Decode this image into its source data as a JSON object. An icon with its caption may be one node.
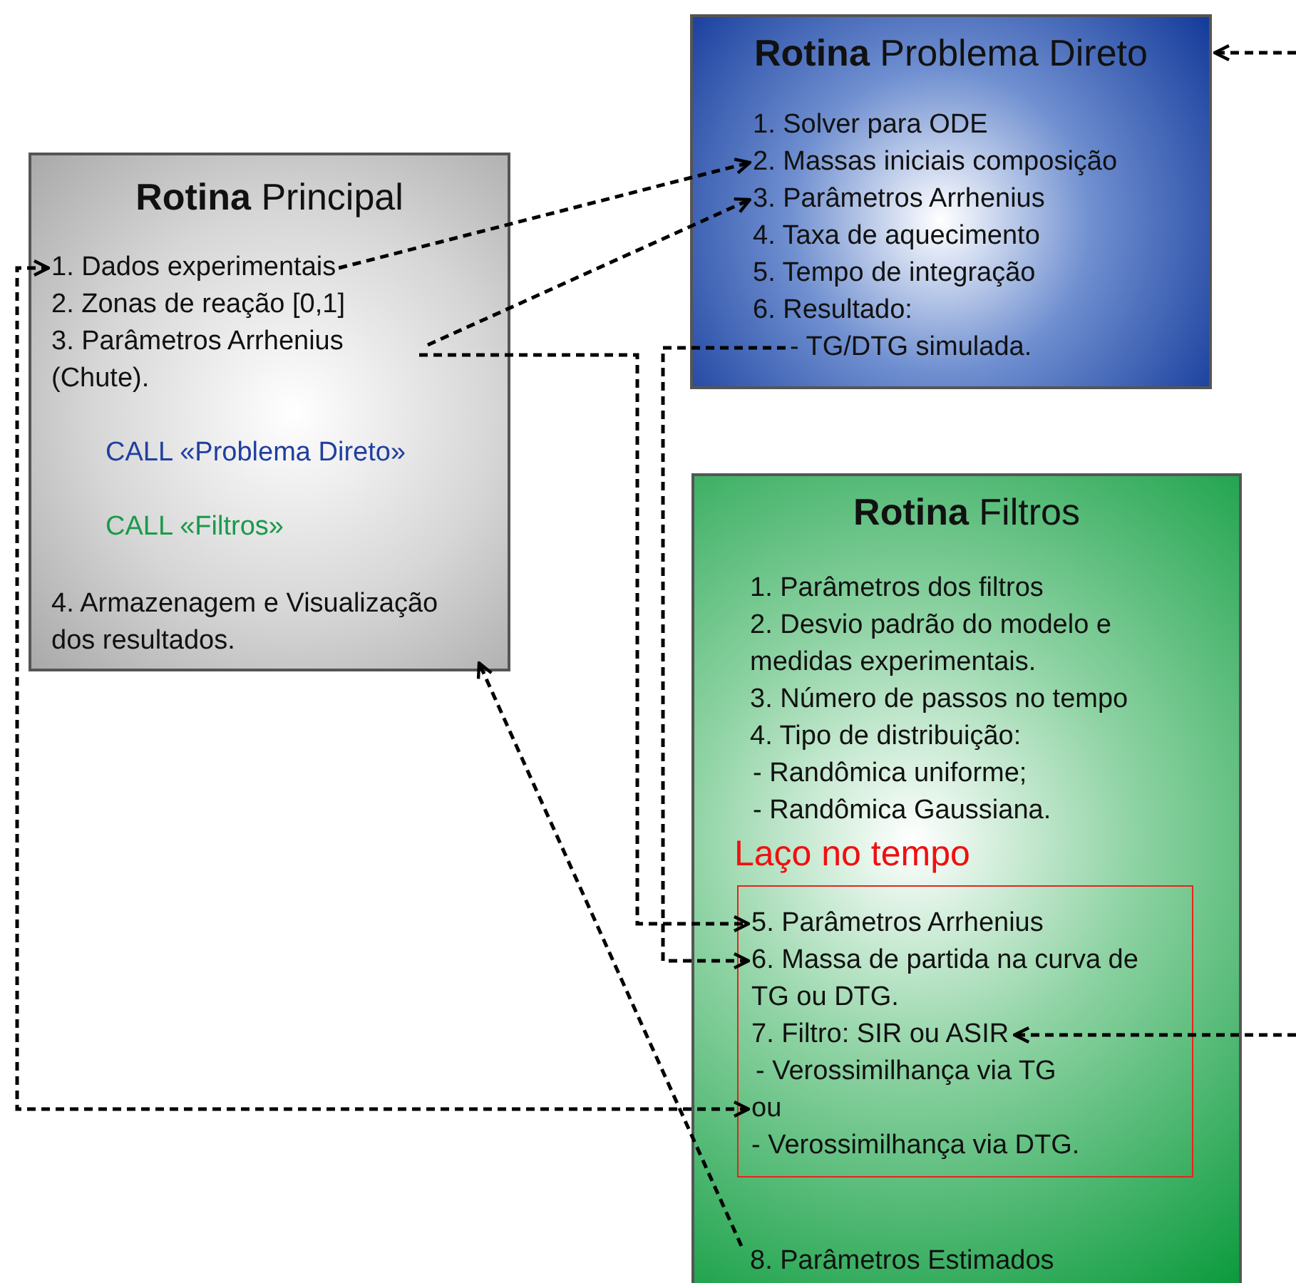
{
  "diagram": {
    "nodes": [
      {
        "text": [
          "**Rotina** Principal"
        ]
      },
      {
        "text": [
          "1. Dados experimentais"
        ],
        "in": 0
      },
      {
        "text": [
          "2. Zonas de reação [0,1]"
        ],
        "in": 0
      },
      {
        "text": [
          "3. Parâmetros Arrhenius (Chute)."
        ],
        "in": 0
      },
      {
        "text": [
          "CALL «Problema Direto»"
        ],
        "in": 0
      },
      {
        "text": [
          "CALL «Filtros»"
        ],
        "in": 0
      },
      {
        "text": [
          "4. Armazenagem e Visualização dos resultados."
        ],
        "in": 0
      },
      {
        "text": [
          "**Rotina** Problema Direto"
        ]
      },
      {
        "text": [
          "1. Solver para ODE"
        ],
        "in": 7
      },
      {
        "text": [
          "2. Massas iniciais composição"
        ],
        "in": 7
      },
      {
        "text": [
          "3. Parâmetros Arrhenius"
        ],
        "in": 7
      },
      {
        "text": [
          "4. Taxa de aquecimento"
        ],
        "in": 7
      },
      {
        "text": [
          "5. Tempo de integração"
        ],
        "in": 7
      },
      {
        "text": [
          "6. Resultado:"
        ],
        "in": 7
      },
      {
        "text": [
          "- TG/DTG simulada."
        ],
        "in": 7
      },
      {
        "text": [
          "**Rotina** Filtros"
        ]
      },
      {
        "text": [
          "1. Parâmetros dos filtros"
        ],
        "in": 15
      },
      {
        "text": [
          "2. Desvio padrão do modelo e medidas experimentais."
        ],
        "in": 15
      },
      {
        "text": [
          "3. Número de passos no tempo"
        ],
        "in": 15
      },
      {
        "text": [
          "4. Tipo de distribuição:"
        ],
        "in": 15
      },
      {
        "text": [
          "- Randômica uniforme;"
        ],
        "in": 15
      },
      {
        "text": [
          "- Randômica Gaussiana."
        ],
        "in": 15
      },
      {
        "text": [
          "Laço no tempo"
        ],
        "in": 15
      },
      {
        "text": [
          "5. Parâmetros Arrhenius"
        ],
        "in": 22
      },
      {
        "text": [
          "6. Massa de partida na curva de TG ou DTG."
        ],
        "in": 22
      },
      {
        "text": [
          "7. Filtro: SIR ou ASIR"
        ],
        "in": 22
      },
      {
        "text": [
          "- Verossimilhança via TG"
        ],
        "in": 22
      },
      {
        "text": [
          "ou"
        ],
        "in": 22
      },
      {
        "text": [
          "- Verossimilhança via DTG."
        ],
        "in": 22
      },
      {
        "text": [
          "8. Parâmetros Estimados"
        ],
        "in": 15
      }
    ],
    "edges": [
      {
        "from": 1,
        "to": 9,
        "arrow": "to",
        "style": "dashed"
      },
      {
        "from": 3,
        "to": 10,
        "arrow": "to",
        "style": "dashed"
      },
      {
        "from": 3,
        "to": 23,
        "arrow": "to",
        "style": "dashed"
      },
      {
        "from": 14,
        "to": 24,
        "arrow": "to",
        "style": "dashed"
      },
      {
        "from": 27,
        "to": 1,
        "arrow": "both",
        "style": "dashed"
      },
      {
        "from": 29,
        "to": 6,
        "arrow": "to",
        "style": "dashed"
      },
      {
        "from": null,
        "to": 7,
        "arrow": "to",
        "style": "dashed"
      },
      {
        "from": null,
        "to": 25,
        "arrow": "to",
        "style": "dashed"
      }
    ]
  }
}
